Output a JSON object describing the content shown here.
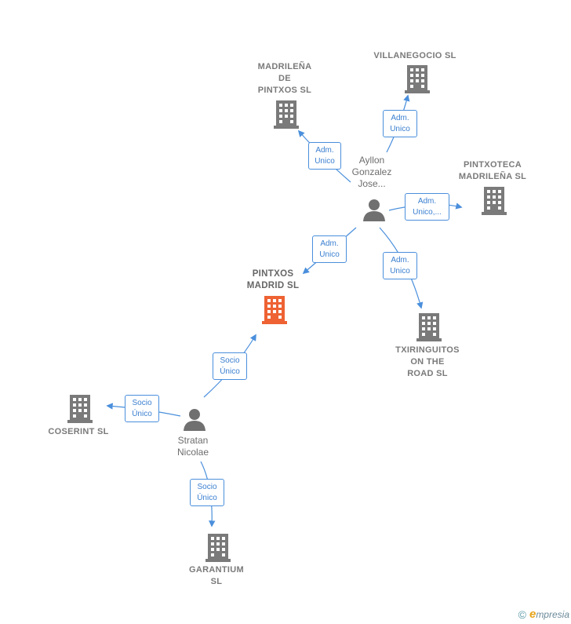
{
  "nodes": {
    "madrilena": {
      "label": "MADRILEÑA\nDE\nPINTXOS  SL"
    },
    "villanegocio": {
      "label": "VILLANEGOCIO SL"
    },
    "pintxoteca": {
      "label": "PINTXOTECA\nMADRILEÑA SL"
    },
    "pintxos_madrid": {
      "label": "PINTXOS\nMADRID  SL"
    },
    "txiringuitos": {
      "label": "TXIRINGUITOS\nON THE\nROAD  SL"
    },
    "coserint": {
      "label": "COSERINT SL"
    },
    "garantium": {
      "label": "GARANTIUM\nSL"
    }
  },
  "persons": {
    "aylion": {
      "label": "Ayllon\nGonzalez\nJose..."
    },
    "stratan": {
      "label": "Stratan\nNicolae"
    }
  },
  "edges": {
    "aylion_madrilena": "Adm.\nUnico",
    "aylion_villanegocio": "Adm.\nUnico",
    "aylion_pintxoteca": "Adm.\nUnico,...",
    "aylion_pintxos_madrid": "Adm.\nUnico",
    "aylion_txiringuitos": "Adm.\nUnico",
    "stratan_pintxos_madrid": "Socio\nÚnico",
    "stratan_coserint": "Socio\nÚnico",
    "stratan_garantium": "Socio\nÚnico"
  },
  "colors": {
    "company_icon": "#7a7a7a",
    "main_company_icon": "#ee6233",
    "person_icon": "#707070",
    "edge": "#4a8fdc"
  },
  "icons": {
    "company": "building-icon",
    "person": "person-icon"
  },
  "footer": {
    "copyright": "©",
    "brand_initial": "e",
    "brand_rest": "mpresia"
  }
}
